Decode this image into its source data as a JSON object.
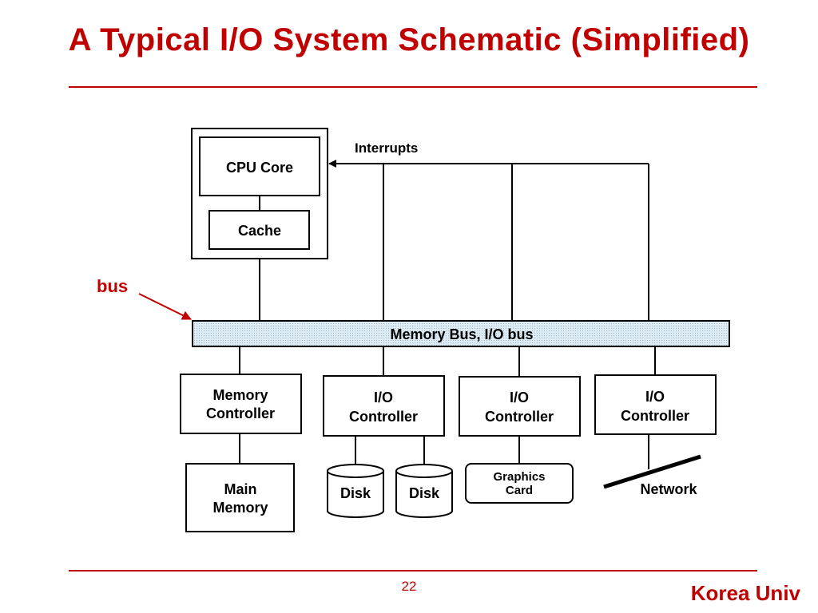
{
  "slide": {
    "title": "A Typical I/O System Schematic (Simplified)",
    "page_number": "22",
    "footer": "Korea Univ"
  },
  "diagram": {
    "cpu_core": "CPU Core",
    "cache": "Cache",
    "interrupts": "Interrupts",
    "bus_callout": "bus",
    "bus": "Memory Bus, I/O bus",
    "memory_controller": [
      "Memory",
      "Controller"
    ],
    "main_memory": [
      "Main",
      "Memory"
    ],
    "io_controller": [
      "I/O",
      "Controller"
    ],
    "disk": "Disk",
    "graphics_card": [
      "Graphics",
      "Card"
    ],
    "network": "Network"
  },
  "colors": {
    "accent": "#c00000",
    "bus_fill": "#dcebf4"
  }
}
